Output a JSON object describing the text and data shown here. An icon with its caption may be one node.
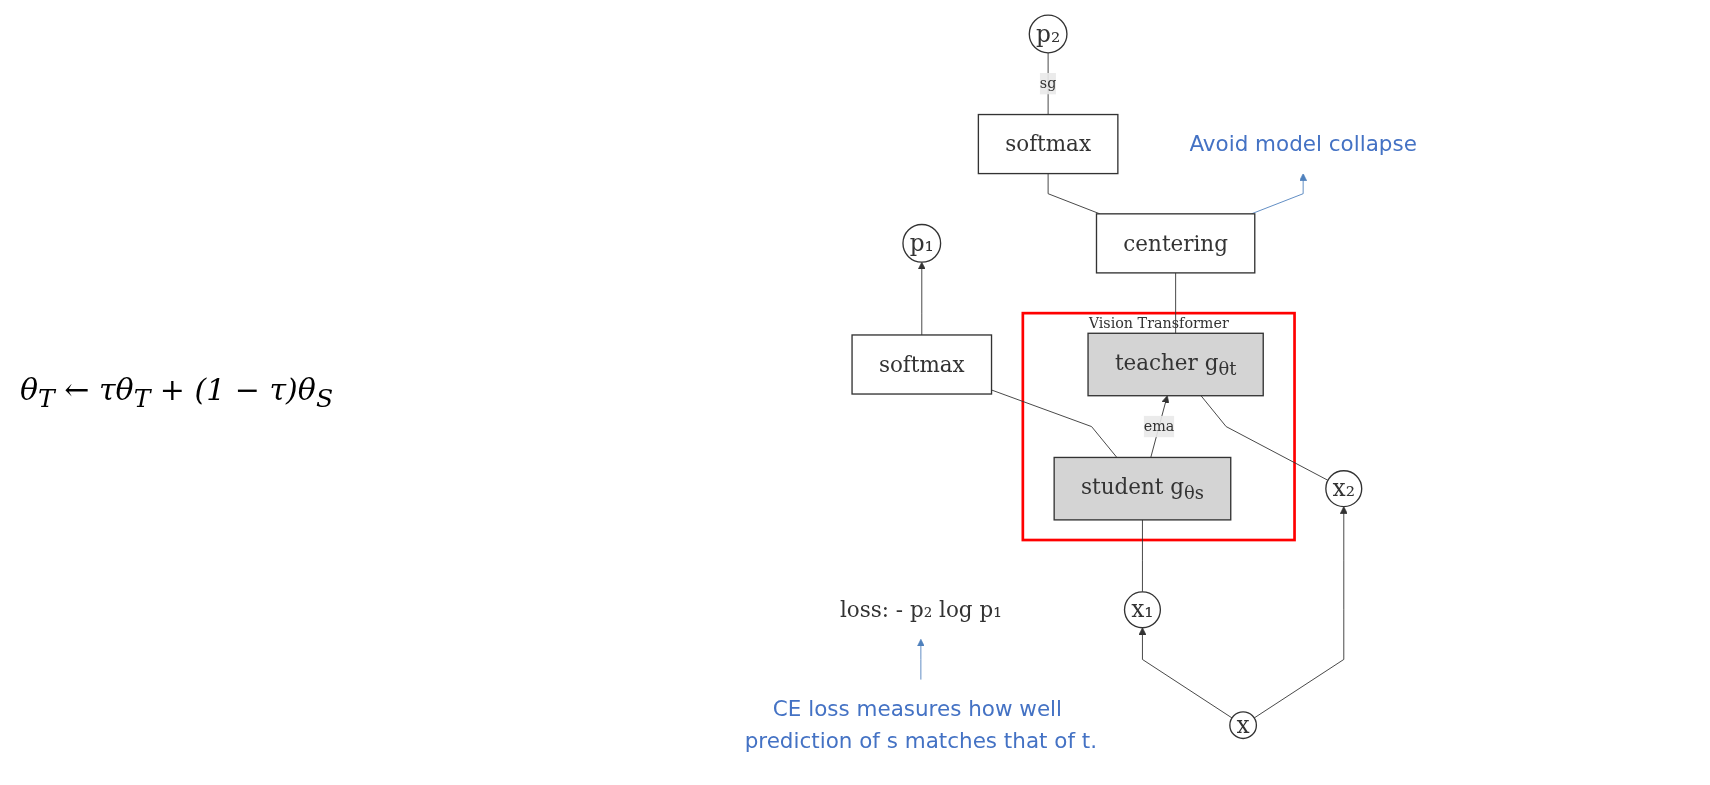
{
  "diagram": {
    "nodes": [
      {
        "text": [
          "CE loss measures how well prediction of s matches that of t."
        ]
      },
      {
        "text": [
          "loss: - p₂ log p₁"
        ]
      },
      {
        "text": [
          "p₁"
        ]
      },
      {
        "text": [
          "p₂"
        ]
      },
      {
        "text": [
          "softmax"
        ]
      },
      {
        "text": [
          "softmax"
        ]
      },
      {
        "text": [
          "centering"
        ]
      },
      {
        "text": [
          "Avoid model collapse"
        ]
      },
      {
        "text": [
          "Vision Transformer"
        ]
      },
      {
        "text": [
          "student g$_{θs}$"
        ],
        "in": 8
      },
      {
        "text": [
          "teacher g$_{θt}$"
        ],
        "in": 8
      },
      {
        "text": [
          "x₁"
        ]
      },
      {
        "text": [
          "x₂"
        ]
      },
      {
        "text": [
          "x"
        ]
      }
    ],
    "edges": [
      {
        "from": 0,
        "to": 1,
        "arrow": "to",
        "color": "#4f81bd"
      },
      {
        "from": 4,
        "to": 2,
        "arrow": "to"
      },
      {
        "from": 5,
        "to": 3,
        "arrow": "none",
        "label": "sg"
      },
      {
        "from": 6,
        "to": 5,
        "arrow": "none"
      },
      {
        "from": 6,
        "to": 7,
        "arrow": "to",
        "color": "#4f81bd"
      },
      {
        "from": 9,
        "to": 4,
        "arrow": "none"
      },
      {
        "from": 10,
        "to": 6,
        "arrow": "none"
      },
      {
        "from": 9,
        "to": 10,
        "arrow": "to",
        "label": "ema"
      },
      {
        "from": 11,
        "to": 9,
        "arrow": "none"
      },
      {
        "from": 12,
        "to": 10,
        "arrow": "none"
      },
      {
        "from": 13,
        "to": 11,
        "arrow": "to"
      },
      {
        "from": 13,
        "to": 12,
        "arrow": "to"
      }
    ],
    "labels": [
      "θ$_{T}$ ← τθ$_{T}$ + (1 − τ)θ$_{S}$"
    ]
  }
}
